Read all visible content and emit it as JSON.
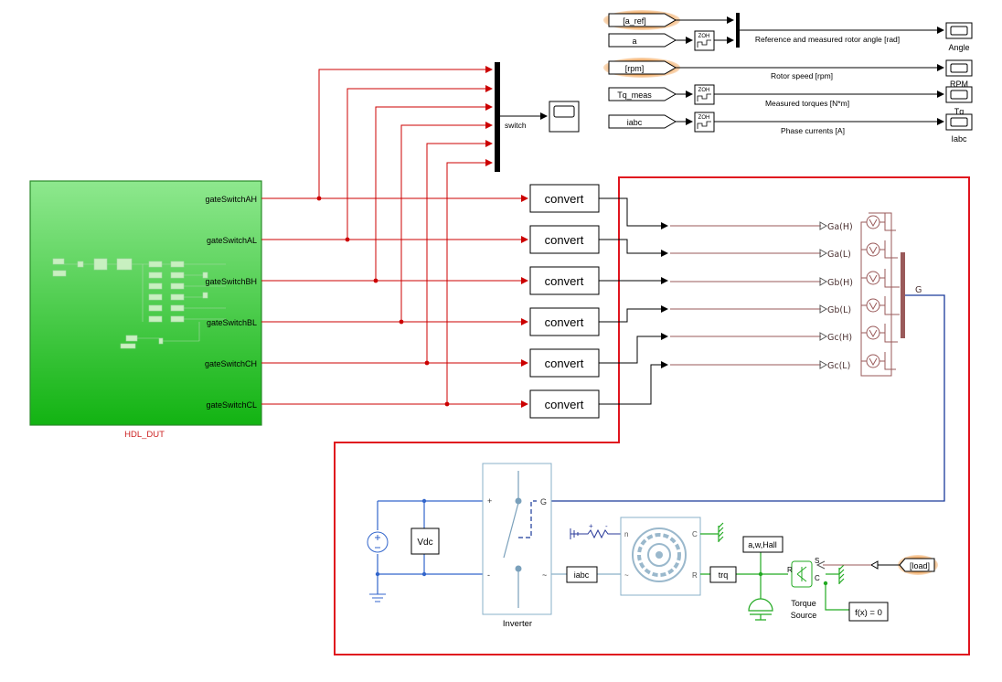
{
  "subsystem": {
    "name": "HDL_DUT",
    "ports": [
      "gateSwitchAH",
      "gateSwitchAL",
      "gateSwitchBH",
      "gateSwitchBL",
      "gateSwitchCH",
      "gateSwitchCL"
    ]
  },
  "mux_label": "switch",
  "convert_label": "convert",
  "gate_labels": [
    "Ga(H)",
    "Ga(L)",
    "Gb(H)",
    "Gb(L)",
    "Gc(H)",
    "Gc(L)"
  ],
  "bus_label": "G",
  "signals": {
    "from_tags": [
      "[a_ref]",
      "a",
      "[rpm]",
      "Tq_meas",
      "iabc"
    ],
    "line_labels": [
      "Reference and measured rotor angle [rad]",
      "Rotor speed [rpm]",
      "Measured torques [N*m]",
      "Phase currents [A]"
    ],
    "scopes": [
      "Angle",
      "RPM",
      "Tq",
      "Iabc"
    ],
    "zoh_label": "ZOH"
  },
  "power": {
    "vdc_label": "Vdc",
    "inverter_label": "Inverter",
    "inverter_ports": {
      "plus": "+",
      "minus": "-",
      "g": "G",
      "tilde": "~"
    },
    "iabc_goto": "iabc",
    "trq_goto": "trq",
    "sensor_goto": "a,w,Hall",
    "torque_source_label": [
      "Torque",
      "Source"
    ],
    "load_from": "[load]",
    "solver_label": "f(x) = 0",
    "motor_ports": {
      "n": "n",
      "c": "C",
      "r": "R",
      "tilde": "~"
    },
    "ts_ports": {
      "s": "S",
      "r": "R",
      "c": "C"
    },
    "res_ports": {
      "plus": "+",
      "minus": "-"
    }
  },
  "colors": {
    "signal_red": "#cc0000",
    "bus_brown": "#9a5a5a",
    "elec_blue": "#3366cc",
    "mech_green": "#22aa22",
    "subsystem_green": "#22bb22",
    "highlight_red": "#e0141e",
    "goto_glow": "#f0a050"
  }
}
